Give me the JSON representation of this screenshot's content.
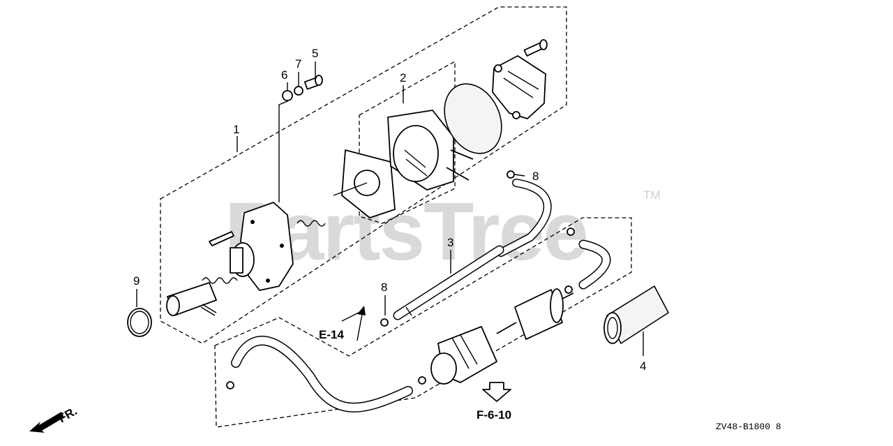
{
  "watermark": {
    "text": "PartsTree",
    "trademark": "TM"
  },
  "callouts": {
    "c1": "1",
    "c2": "2",
    "c3": "3",
    "c4": "4",
    "c5": "5",
    "c6": "6",
    "c7": "7",
    "c8a": "8",
    "c8b": "8",
    "c9": "9"
  },
  "references": {
    "e14": "E-14",
    "f610": "F-6-10"
  },
  "front_indicator": "FR.",
  "diagram_code": "ZV48-B1800 8"
}
